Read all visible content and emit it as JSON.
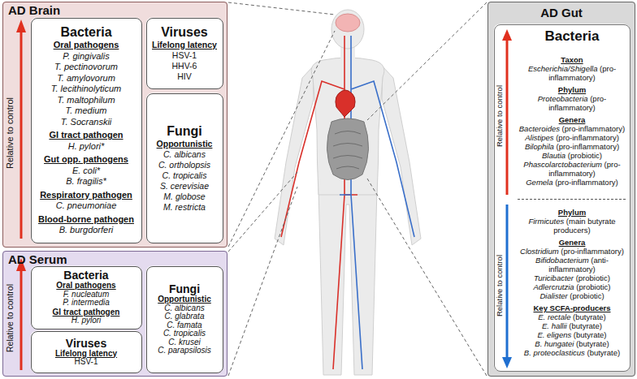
{
  "diagram": {
    "nodes": [
      {
        "text": [
          "AD Brain"
        ]
      },
      {
        "text": [
          "Bacteria",
          "Oral pathogens",
          "P. gingivalis",
          "T. pectinovorum",
          "T. amylovorum",
          "T. lecithinolyticum",
          "T. maltophilum",
          "T. medium",
          "T. Socranskii",
          "GI tract pathogen",
          "H. pylori*",
          "Gut opp. pathogens",
          "E. coli*",
          "B. fragilis*",
          "Respiratory pathogen",
          "C. pneumoniae",
          "Blood-borne pathogen",
          "B. burgdorferi"
        ],
        "in": 0
      },
      {
        "text": [
          "Viruses",
          "Lifelong latency",
          "HSV-1",
          "HHV-6",
          "HIV"
        ],
        "in": 0
      },
      {
        "text": [
          "Fungi",
          "Opportunistic",
          "C. albicans",
          "C. ortholopsis",
          "C. tropicalis",
          "S. cerevisiae",
          "M. globose",
          "M. restricta"
        ],
        "in": 0
      },
      {
        "text": [
          "AD Serum"
        ]
      },
      {
        "text": [
          "Bacteria",
          "Oral pathogens",
          "F. nucleatum",
          "P. intermedia",
          "GI tract pathogen",
          "H. pylori"
        ],
        "in": 4
      },
      {
        "text": [
          "Viruses",
          "Lifelong latency",
          "HSV-1"
        ],
        "in": 4
      },
      {
        "text": [
          "Fungi",
          "Opportunistic",
          "C. albicans",
          "C. glabrata",
          "C. famata",
          "C. tropicalis",
          "C. krusei",
          "C. parapsilosis"
        ],
        "in": 4
      },
      {
        "text": [
          "AD Gut"
        ]
      },
      {
        "text": [
          "Bacteria",
          "Taxon",
          "Escherichia/Shigella (pro-inflammatory)",
          "Phylum",
          "Proteobacteria (pro-inflammatory)",
          "Genera",
          "Bacteroides (pro-inflammatory)",
          "Alistipes (pro-inflammatory)",
          "Bilophila (pro-inflammatory)",
          "Blautia (probiotic)",
          "Phascolarctobacterium (pro-inflammatory)",
          "Gemela (pro-inflammatory)",
          "Phylum",
          "Firmicutes (main butyrate producers)",
          "Genera",
          "Clostridium (pro-inflammatory)",
          "Bifidobacterium (anti-inflammatory)",
          "Turicibacter (probiotic)",
          "Adlercrutzia (probiotic)",
          "Dialister (probiotic)",
          "Key SCFA-producers",
          "E. rectale (butyrate)",
          "E. hallii (butyrate)",
          "E. eligens (butyrate)",
          "B. hungatei (butyrate)",
          "B. proteoclasticus (butyrate)"
        ],
        "in": 8
      }
    ],
    "labels": [
      "Relative to control",
      "Relative to control",
      "Relative to control",
      "Relative to control"
    ]
  }
}
